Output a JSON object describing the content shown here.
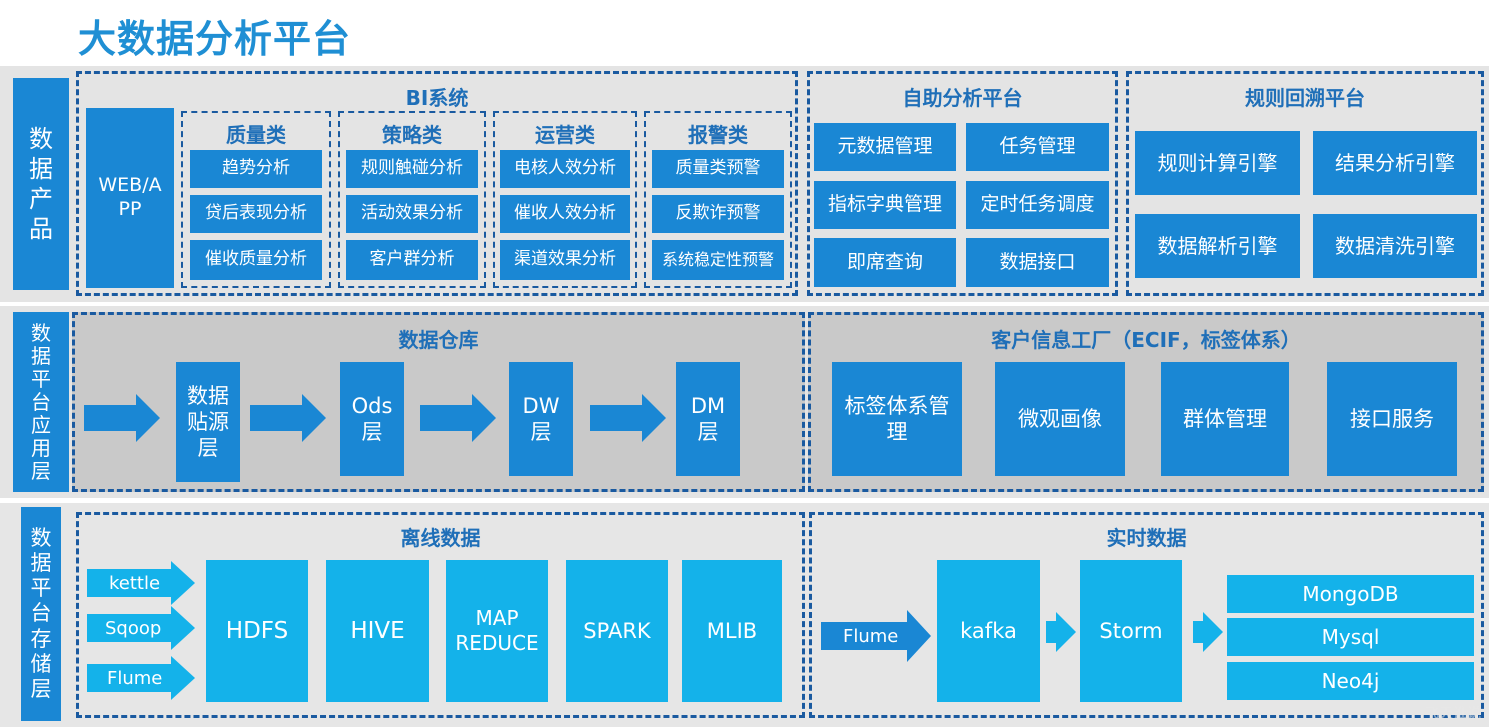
{
  "title": "大数据分析平台",
  "colors": {
    "primary": "#1a87d4",
    "light": "#14b2ea",
    "heading": "#1f8fd4",
    "dashed_border": "#1a5aa0"
  },
  "layers": {
    "product": "数据产品",
    "app": "数据平台应用层",
    "storage": "数据平台存储层"
  },
  "bi": {
    "title": "BI系统",
    "web_app": "WEB/A PP",
    "groups": [
      {
        "name": "质量类",
        "items": [
          "趋势分析",
          "贷后表现分析",
          "催收质量分析"
        ]
      },
      {
        "name": "策略类",
        "items": [
          "规则触碰分析",
          "活动效果分析",
          "客户群分析"
        ]
      },
      {
        "name": "运营类",
        "items": [
          "电核人效分析",
          "催收人效分析",
          "渠道效果分析"
        ]
      },
      {
        "name": "报警类",
        "items": [
          "质量类预警",
          "反欺诈预警",
          "系统稳定性预警"
        ]
      }
    ]
  },
  "self_service": {
    "title": "自助分析平台",
    "items": [
      "元数据管理",
      "任务管理",
      "指标字典管理",
      "定时任务调度",
      "即席查询",
      "数据接口"
    ]
  },
  "rule_backtest": {
    "title": "规则回溯平台",
    "items": [
      "规则计算引擎",
      "结果分析引擎",
      "数据解析引擎",
      "数据清洗引擎"
    ]
  },
  "warehouse": {
    "title": "数据仓库",
    "stages": [
      "数据贴源层",
      "Ods 层",
      "DW 层",
      "DM 层"
    ]
  },
  "ecif": {
    "title": "客户信息工厂（ECIF，标签体系）",
    "items": [
      "标签体系管理",
      "微观画像",
      "群体管理",
      "接口服务"
    ]
  },
  "offline": {
    "title": "离线数据",
    "sources": [
      "kettle",
      "Sqoop",
      "Flume"
    ],
    "components": [
      "HDFS",
      "HIVE",
      "MAP REDUCE",
      "SPARK",
      "MLIB"
    ]
  },
  "realtime": {
    "title": "实时数据",
    "source": "Flume",
    "components": [
      "kafka",
      "Storm"
    ],
    "stores": [
      "MongoDB",
      "Mysql",
      "Neo4j"
    ]
  },
  "watermark": "飞天谁说"
}
